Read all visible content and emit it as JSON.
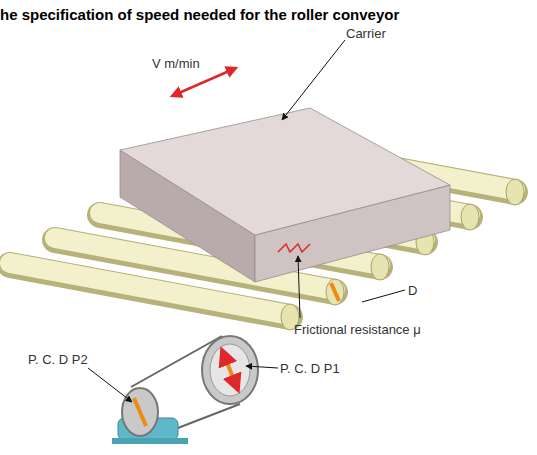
{
  "diagram": {
    "title": "he specification of speed needed for the roller conveyor",
    "labels": [
      "V m/min",
      "Carrier",
      "D",
      "Frictional resistance μ",
      "P. C. D P2",
      "P. C. D P1"
    ]
  }
}
